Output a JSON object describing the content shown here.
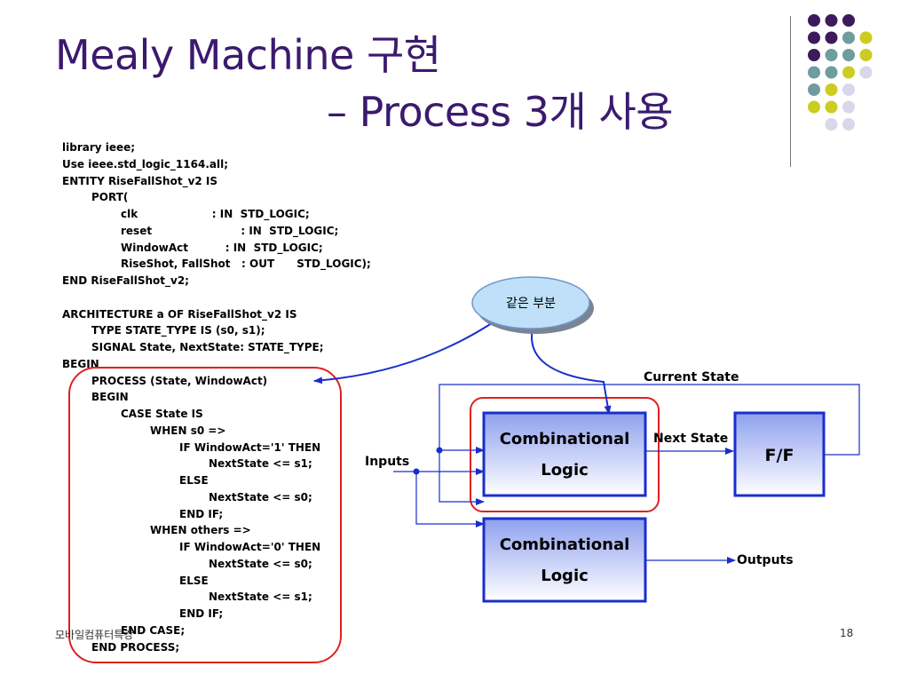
{
  "slide": {
    "title_line1": "Mealy Machine 구현",
    "title_line2": "– Process 3개 사용",
    "page_number": "18",
    "footer": "모바일컴퓨터특강"
  },
  "code_lines": [
    {
      "indent": 0,
      "text": "library ieee;"
    },
    {
      "indent": 0,
      "text": "Use ieee.std_logic_1164.all;"
    },
    {
      "indent": 0,
      "text": "ENTITY RiseFallShot_v2 IS"
    },
    {
      "indent": 1,
      "text": "PORT("
    },
    {
      "indent": 2,
      "text": "clk                    : IN  STD_LOGIC;"
    },
    {
      "indent": 2,
      "text": "reset                        : IN  STD_LOGIC;"
    },
    {
      "indent": 2,
      "text": "WindowAct          : IN  STD_LOGIC;"
    },
    {
      "indent": 2,
      "text": "RiseShot, FallShot   : OUT      STD_LOGIC);"
    },
    {
      "indent": 0,
      "text": "END RiseFallShot_v2;"
    },
    {
      "indent": 0,
      "text": ""
    },
    {
      "indent": 0,
      "text": "ARCHITECTURE a OF RiseFallShot_v2 IS"
    },
    {
      "indent": 1,
      "text": "TYPE STATE_TYPE IS (s0, s1);"
    },
    {
      "indent": 1,
      "text": "SIGNAL State, NextState: STATE_TYPE;"
    },
    {
      "indent": 0,
      "text": "BEGIN"
    },
    {
      "indent": 1,
      "text": "PROCESS (State, WindowAct)"
    },
    {
      "indent": 1,
      "text": "BEGIN"
    },
    {
      "indent": 2,
      "text": "CASE State IS"
    },
    {
      "indent": 3,
      "text": "WHEN s0 =>"
    },
    {
      "indent": 4,
      "text": "IF WindowAct='1' THEN"
    },
    {
      "indent": 5,
      "text": "NextState <= s1;"
    },
    {
      "indent": 4,
      "text": "ELSE"
    },
    {
      "indent": 5,
      "text": "NextState <= s0;"
    },
    {
      "indent": 4,
      "text": "END IF;"
    },
    {
      "indent": 3,
      "text": "WHEN others =>"
    },
    {
      "indent": 4,
      "text": "IF WindowAct='0' THEN"
    },
    {
      "indent": 5,
      "text": "NextState <= s0;"
    },
    {
      "indent": 4,
      "text": "ELSE"
    },
    {
      "indent": 5,
      "text": "NextState <= s1;"
    },
    {
      "indent": 4,
      "text": "END IF;"
    },
    {
      "indent": 2,
      "text": "END CASE;"
    },
    {
      "indent": 1,
      "text": "END PROCESS;"
    }
  ],
  "diagram": {
    "callout": "같은 부분",
    "current_state": "Current State",
    "next_state": "Next State",
    "inputs": "Inputs",
    "outputs": "Outputs",
    "comb_top_line1": "Combinational",
    "comb_top_line2": "Logic",
    "comb_bottom_line1": "Combinational",
    "comb_bottom_line2": "Logic",
    "ff": "F/F"
  },
  "colors": {
    "title": "#3b1a6e",
    "wire": "#1a2ecc",
    "highlight": "#e02020",
    "dot_purple": "#3d1a5c",
    "dot_teal": "#6f9c9c",
    "dot_yellow": "#cccc22",
    "dot_lavender": "#d8d8ea"
  },
  "decoration_dots": [
    [
      "dot_purple",
      "dot_purple",
      "dot_purple",
      null
    ],
    [
      "dot_purple",
      "dot_purple",
      "dot_teal",
      "dot_yellow"
    ],
    [
      "dot_purple",
      "dot_teal",
      "dot_teal",
      "dot_yellow"
    ],
    [
      "dot_teal",
      "dot_teal",
      "dot_yellow",
      "dot_lavender"
    ],
    [
      "dot_teal",
      "dot_yellow",
      "dot_lavender",
      null
    ],
    [
      "dot_yellow",
      "dot_yellow",
      "dot_lavender",
      null
    ],
    [
      null,
      "dot_lavender",
      "dot_lavender",
      null
    ]
  ]
}
